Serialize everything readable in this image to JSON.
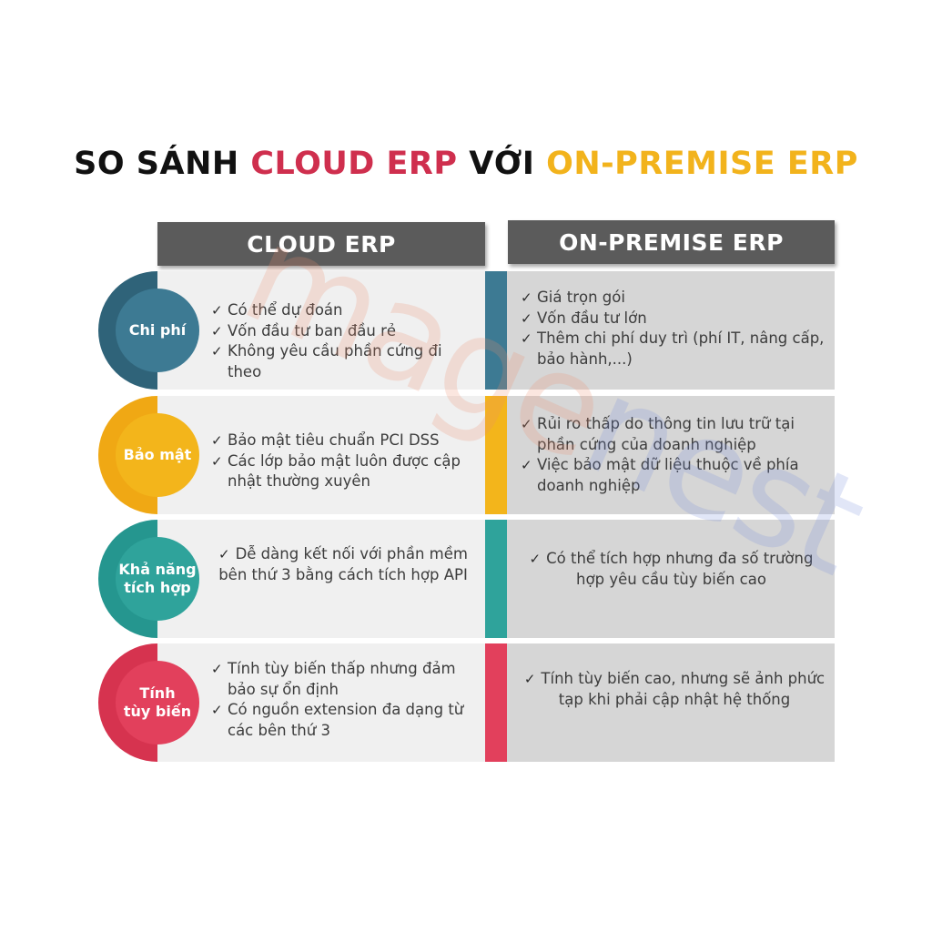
{
  "title": {
    "part1": "SO SÁNH ",
    "part2": "CLOUD ERP",
    "part3": " VỚI ",
    "part4": "ON-PREMISE ERP"
  },
  "columns": {
    "cloud": "CLOUD ERP",
    "onprem": "ON-PREMISE ERP"
  },
  "watermark": {
    "part1": "mage",
    "part2": "nest"
  },
  "rows": [
    {
      "label_line1": "Chi phí",
      "label_line2": "",
      "color": "#3d7a93",
      "arc_color": "#2f6379",
      "cloud": [
        "Có thể dự đoán",
        "Vốn đầu tư ban đầu rẻ",
        "Không yêu cầu phần cứng đi theo"
      ],
      "onprem": [
        "Giá trọn gói",
        "Vốn đầu tư lớn",
        "Thêm chi phí duy trì (phí IT, nâng cấp, bảo hành,...)"
      ]
    },
    {
      "label_line1": "Bảo mật",
      "label_line2": "",
      "color": "#f3b51b",
      "arc_color": "#f0a814",
      "cloud": [
        "Bảo mật tiêu chuẩn PCI DSS",
        "Các lớp bảo mật luôn được cập nhật thường xuyên"
      ],
      "onprem": [
        "Rủi ro thấp do thông tin lưu trữ tại phần cứng của doanh nghiệp",
        "Việc bảo mật dữ liệu thuộc về phía doanh nghiệp"
      ]
    },
    {
      "label_line1": "Khả năng",
      "label_line2": "tích hợp",
      "color": "#2fa39b",
      "arc_color": "#25968f",
      "cloud": [
        "Dễ dàng kết nối với phần mềm bên thứ 3 bằng cách tích hợp API"
      ],
      "onprem": [
        "Có thể tích hợp nhưng đa số trường hợp yêu cầu tùy biến cao"
      ]
    },
    {
      "label_line1": "Tính",
      "label_line2": "tùy biến",
      "color": "#e2405c",
      "arc_color": "#d6334f",
      "cloud": [
        "Tính tùy biến thấp nhưng đảm bảo sự ổn định",
        "Có nguồn extension đa dạng từ các bên thứ 3"
      ],
      "onprem": [
        "Tính tùy biến cao, nhưng sẽ ảnh phức tạp khi phải cập nhật hệ thống"
      ]
    }
  ]
}
